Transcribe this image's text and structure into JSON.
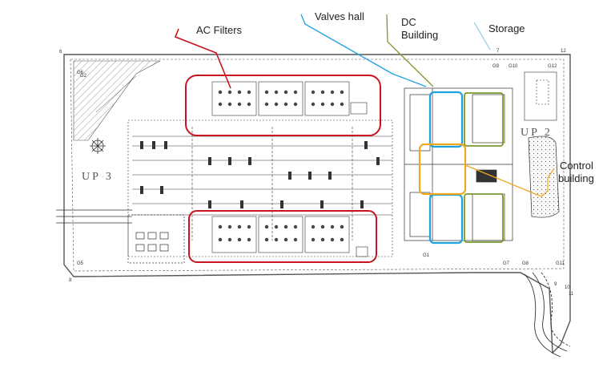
{
  "legend": {
    "ac_filters": {
      "label": "AC Filters",
      "color": "#c8141e"
    },
    "valves_hall": {
      "label": "Valves hall",
      "color": "#1fa2e0"
    },
    "dc_building": {
      "label_line1": "DC",
      "label_line2": "Building",
      "color": "#7a9a2c"
    },
    "storage": {
      "label": "Storage",
      "color": "#9ed2e6"
    },
    "control_building": {
      "label_line1": "Control",
      "label_line2": "building",
      "color": "#f0a81e"
    }
  },
  "plan": {
    "area_up3": "UP 3",
    "area_up2": "UP 2",
    "gate_labels": [
      "G1",
      "G2",
      "G5",
      "G6",
      "G7",
      "G8",
      "G9",
      "G10",
      "G11",
      "G12"
    ],
    "edge_numbers": [
      "6",
      "7",
      "8",
      "9",
      "10",
      "11",
      "12"
    ]
  }
}
